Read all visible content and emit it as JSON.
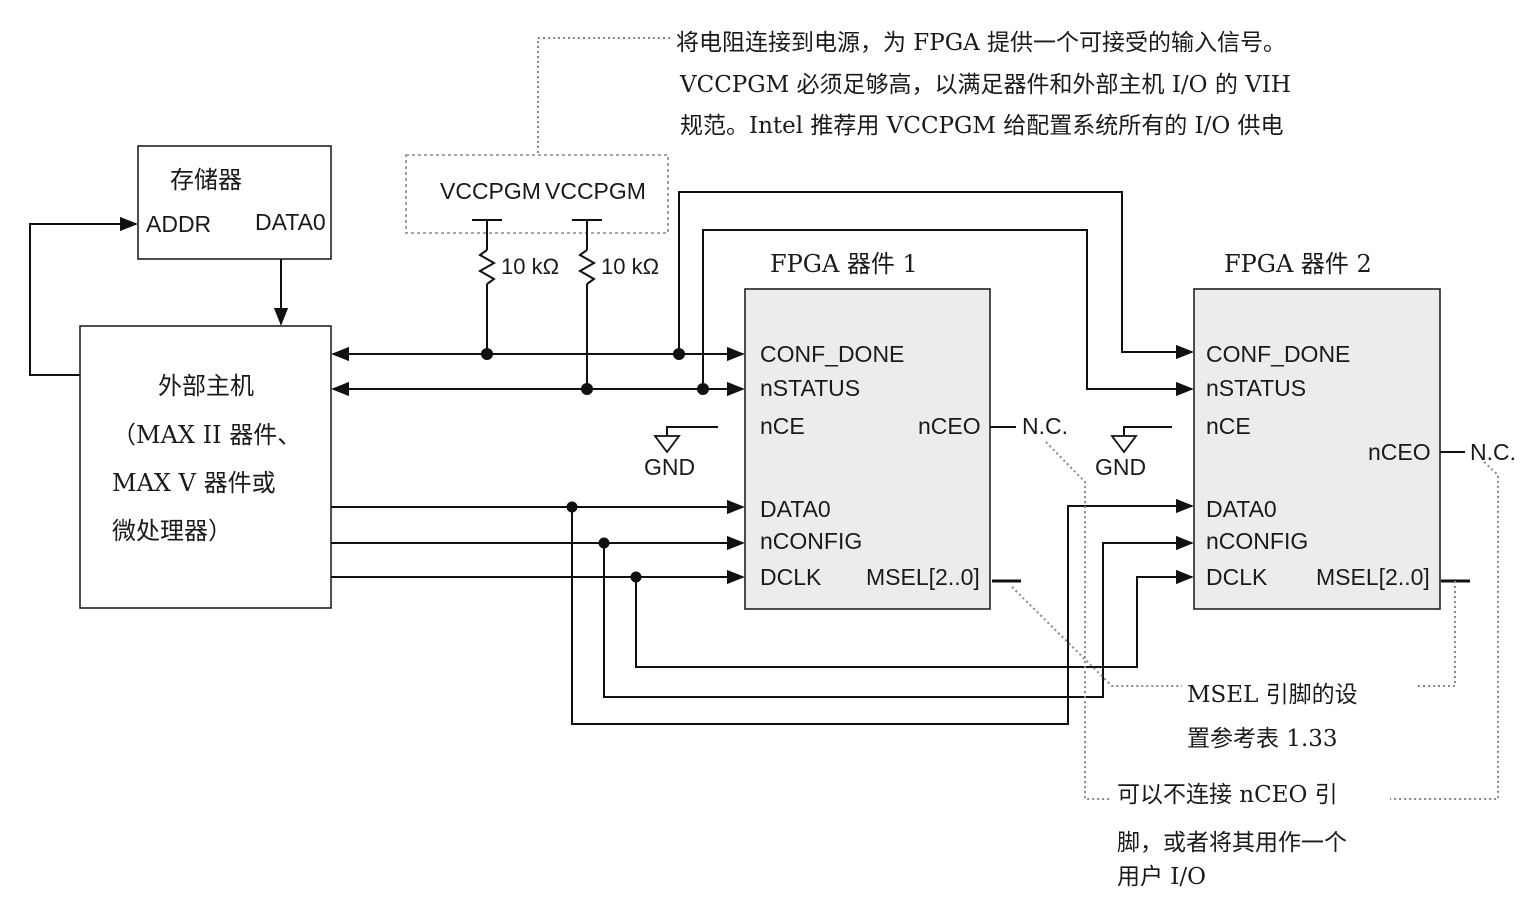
{
  "notes": {
    "top_line1": "将电阻连接到电源，为 FPGA 提供一个可接受的输入信号。",
    "top_line2": "VCCPGM 必须足够高，以满足器件和外部主机 I/O 的 VIH",
    "top_line3": "规范。Intel 推荐用 VCCPGM 给配置系统所有的 I/O 供电",
    "msel_line1": "MSEL 引脚的设",
    "msel_line2": "置参考表 1.33",
    "nceo_line1": "可以不连接 nCEO 引",
    "nceo_line2": "脚，或者将其用作一个",
    "nceo_line3": "用户 I/O"
  },
  "memory": {
    "title": "存储器",
    "addr": "ADDR",
    "data": "DATA0"
  },
  "host": {
    "line1": "外部主机",
    "line2": "（MAX II 器件、",
    "line3": "MAX V 器件或",
    "line4": "微处理器）"
  },
  "supply": {
    "label1": "VCCPGM",
    "label2": "VCCPGM",
    "res1": "10 kΩ",
    "res2": "10 kΩ"
  },
  "fpga1": {
    "title": "FPGA 器件 1",
    "conf_done": "CONF_DONE",
    "nstatus": "nSTATUS",
    "nce": "nCE",
    "nceo": "nCEO",
    "data0": "DATA0",
    "nconfig": "nCONFIG",
    "dclk": "DCLK",
    "msel": "MSEL[2..0]",
    "gnd": "GND",
    "nc": "N.C."
  },
  "fpga2": {
    "title": "FPGA 器件 2",
    "conf_done": "CONF_DONE",
    "nstatus": "nSTATUS",
    "nce": "nCE",
    "nceo": "nCEO",
    "data0": "DATA0",
    "nconfig": "nCONFIG",
    "dclk": "DCLK",
    "msel": "MSEL[2..0]",
    "gnd": "GND",
    "nc": "N.C."
  }
}
